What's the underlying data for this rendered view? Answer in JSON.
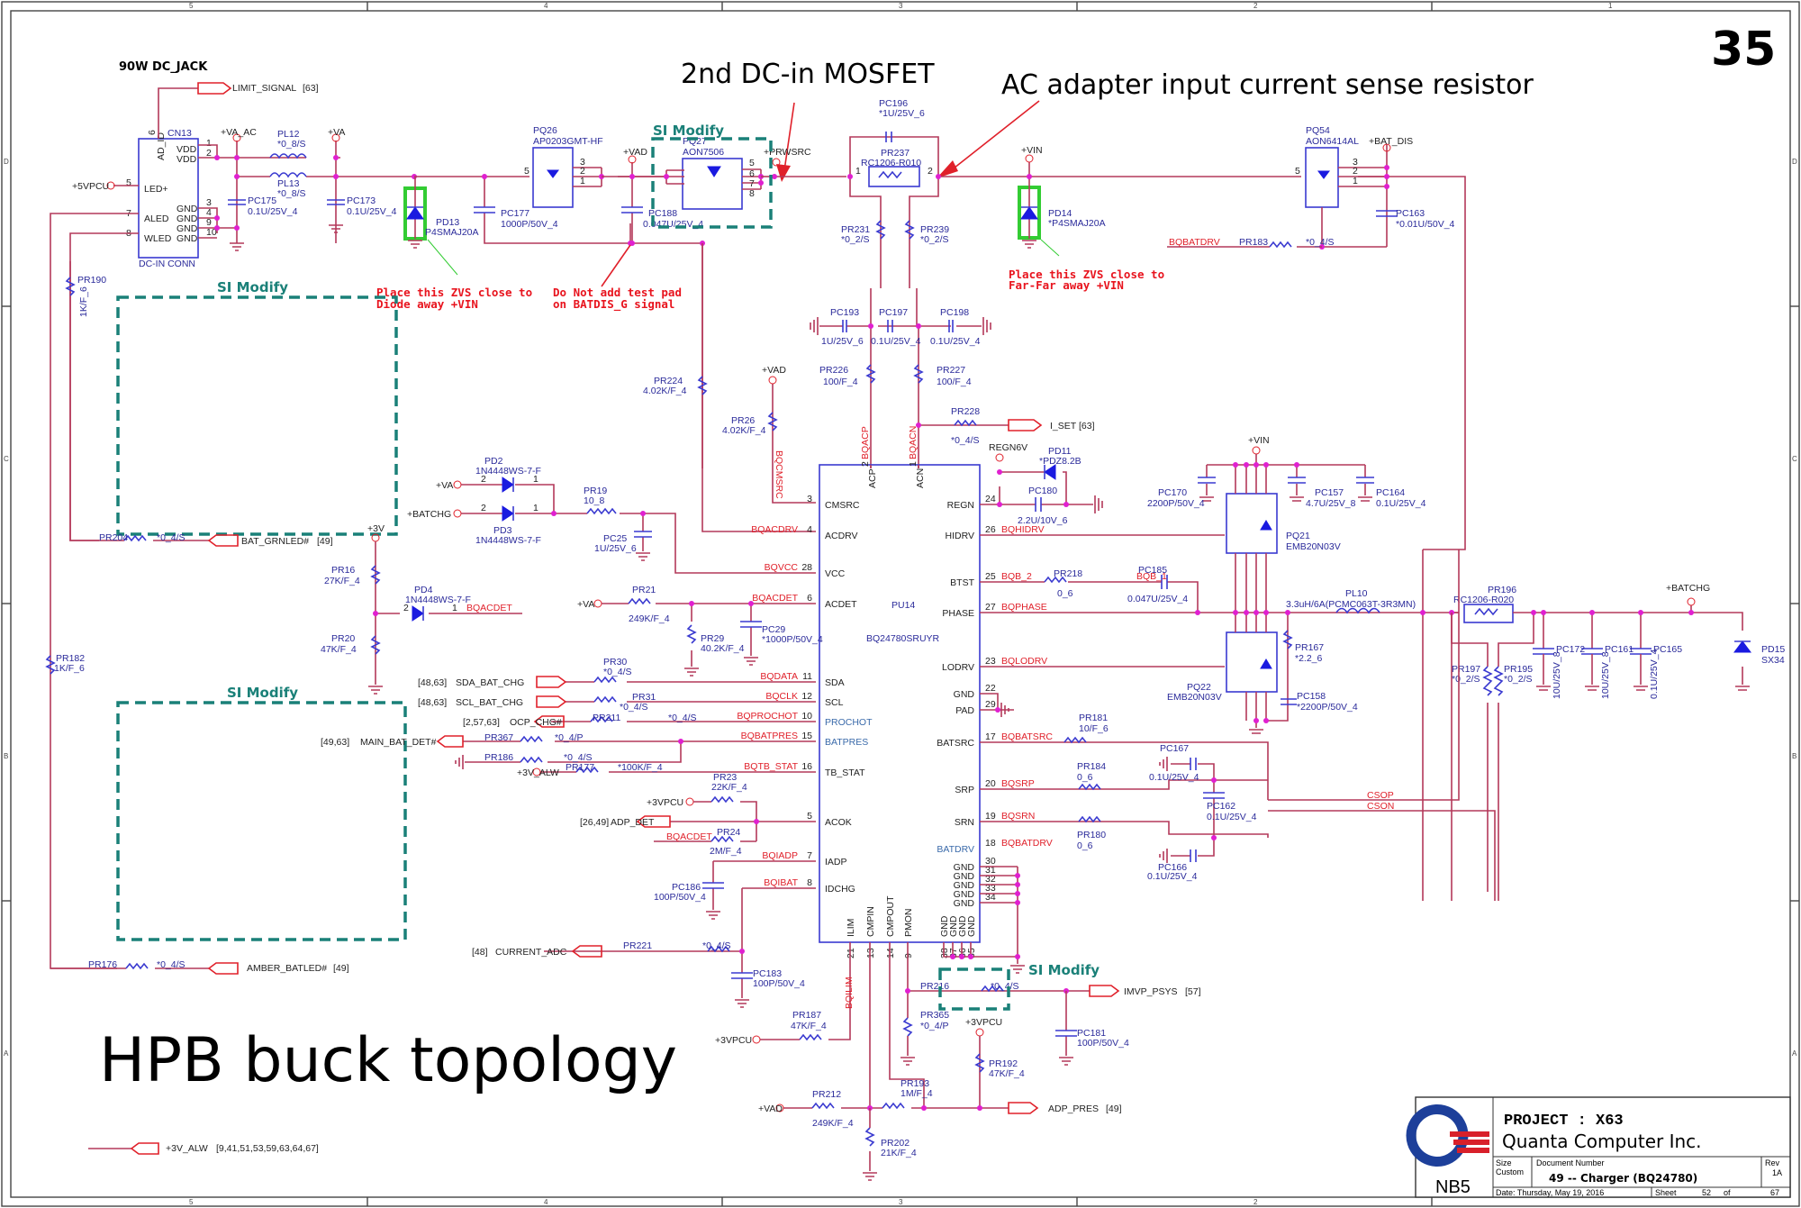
{
  "page_number": "35",
  "annotations": {
    "mosfet_note": "2nd DC-in MOSFET",
    "sense_note": "AC adapter input current sense resistor",
    "topology": "HPB buck topology"
  },
  "section_title": "90W DC_JACK",
  "si_modify": "SI Modify",
  "notes": {
    "zvs1_line1": "Place this ZVS close to",
    "zvs1_line2": "Diode away +VIN",
    "testpad_line1": "Do Not add test pad",
    "testpad_line2": "on BATDIS_G signal",
    "zvs2_line1": "Place this ZVS close to",
    "zvs2_line2": "Far-Far away +VIN"
  },
  "connector": {
    "ref": "CN13",
    "name": "DC-IN CONN",
    "pins": [
      {
        "num": "6",
        "name": "AD_ID"
      },
      {
        "num": "1",
        "name": "VDD"
      },
      {
        "num": "2",
        "name": "VDD"
      },
      {
        "num": "5",
        "name": "LED+"
      },
      {
        "num": "3",
        "name": "GND"
      },
      {
        "num": "4",
        "name": "GND"
      },
      {
        "num": "7",
        "name": "ALED"
      },
      {
        "num": "9",
        "name": "GND"
      },
      {
        "num": "8",
        "name": "WLED"
      },
      {
        "num": "10",
        "name": "GND"
      }
    ]
  },
  "ic": {
    "ref": "PU14",
    "part": "BQ24780SRUYR",
    "left_pins": [
      {
        "num": "3",
        "name": "CMSRC",
        "net": "BQCMSRC"
      },
      {
        "num": "4",
        "name": "ACDRV",
        "net": "BQACDRV"
      },
      {
        "num": "28",
        "name": "VCC",
        "net": "BQVCC"
      },
      {
        "num": "6",
        "name": "ACDET",
        "net": "BQACDET"
      },
      {
        "num": "11",
        "name": "SDA",
        "net": "BQDATA"
      },
      {
        "num": "12",
        "name": "SCL",
        "net": "BQCLK"
      },
      {
        "num": "10",
        "name": "PROCHOT",
        "net": "BQPROCHOT"
      },
      {
        "num": "15",
        "name": "BATPRES",
        "net": "BQBATPRES"
      },
      {
        "num": "16",
        "name": "TB_STAT",
        "net": "BQTB_STAT"
      },
      {
        "num": "5",
        "name": "ACOK",
        "net": ""
      },
      {
        "num": "7",
        "name": "IADP",
        "net": "BQIADP"
      },
      {
        "num": "8",
        "name": "IDCHG",
        "net": "BQIBAT"
      }
    ],
    "right_pins": [
      {
        "num": "24",
        "name": "REGN",
        "net": ""
      },
      {
        "num": "26",
        "name": "HIDRV",
        "net": "BQHIDRV"
      },
      {
        "num": "25",
        "name": "BTST",
        "net": "BQB_2"
      },
      {
        "num": "27",
        "name": "PHASE",
        "net": "BQPHASE"
      },
      {
        "num": "23",
        "name": "LODRV",
        "net": "BQLODRV"
      },
      {
        "num": "22",
        "name": "GND",
        "net": ""
      },
      {
        "num": "29",
        "name": "PAD",
        "net": ""
      },
      {
        "num": "17",
        "name": "BATSRC",
        "net": "BQBATSRC"
      },
      {
        "num": "20",
        "name": "SRP",
        "net": "BQSRP"
      },
      {
        "num": "19",
        "name": "SRN",
        "net": "BQSRN"
      },
      {
        "num": "18",
        "name": "BATDRV",
        "net": "BQBATDRV"
      },
      {
        "num": "30",
        "name": "GND",
        "net": ""
      },
      {
        "num": "31",
        "name": "GND",
        "net": ""
      },
      {
        "num": "32",
        "name": "GND",
        "net": ""
      },
      {
        "num": "33",
        "name": "GND",
        "net": ""
      },
      {
        "num": "34",
        "name": "GND",
        "net": ""
      }
    ],
    "top_pins": [
      {
        "num": "2",
        "name": "ACP",
        "net": "BQACP"
      },
      {
        "num": "1",
        "name": "ACN",
        "net": "BQACN"
      }
    ],
    "bottom_pins": [
      {
        "num": "21",
        "name": "ILIM",
        "net": "BQILIM"
      },
      {
        "num": "13",
        "name": "CMPIN",
        "net": ""
      },
      {
        "num": "14",
        "name": "CMPOUT",
        "net": ""
      },
      {
        "num": "9",
        "name": "PMON",
        "net": ""
      },
      {
        "num": "38",
        "name": "GND",
        "net": ""
      },
      {
        "num": "37",
        "name": "GND",
        "net": ""
      },
      {
        "num": "36",
        "name": "GND",
        "net": ""
      },
      {
        "num": "35",
        "name": "GND",
        "net": ""
      }
    ]
  },
  "components": {
    "PL12": {
      "ref": "PL12",
      "val": "*0_8/S"
    },
    "PL13": {
      "ref": "PL13",
      "val": "*0_8/S"
    },
    "PC175": {
      "ref": "PC175",
      "val": "0.1U/25V_4"
    },
    "PC173": {
      "ref": "PC173",
      "val": "0.1U/25V_4"
    },
    "PD13": {
      "ref": "PD13",
      "val": "P4SMAJ20A"
    },
    "PC177": {
      "ref": "PC177",
      "val": "1000P/50V_4"
    },
    "PQ26": {
      "ref": "PQ26",
      "val": "AP0203GMT-HF"
    },
    "PC188": {
      "ref": "PC188",
      "val": "0.047U/25V_4"
    },
    "PQ27": {
      "ref": "PQ27",
      "val": "AON7506"
    },
    "PC196": {
      "ref": "PC196",
      "val": "*1U/25V_6"
    },
    "PR237": {
      "ref": "PR237",
      "val": "RC1206-R010"
    },
    "PR231": {
      "ref": "PR231",
      "val": "*0_2/S"
    },
    "PR239": {
      "ref": "PR239",
      "val": "*0_2/S"
    },
    "PD14": {
      "ref": "PD14",
      "val": "*P4SMAJ20A"
    },
    "PQ54": {
      "ref": "PQ54",
      "val": "AON6414AL"
    },
    "PC163": {
      "ref": "PC163",
      "val": "*0.01U/50V_4"
    },
    "PR183": {
      "ref": "PR183",
      "val": "*0_4/S"
    },
    "PR190": {
      "ref": "PR190",
      "val": "1K/F_6"
    },
    "PR204": {
      "ref": "PR204",
      "val": "*0_4/S"
    },
    "PC193": {
      "ref": "PC193",
      "val": "1U/25V_6"
    },
    "PC197": {
      "ref": "PC197",
      "val": "0.1U/25V_4"
    },
    "PC198": {
      "ref": "PC198",
      "val": "0.1U/25V_4"
    },
    "PR224": {
      "ref": "PR224",
      "val": "4.02K/F_4"
    },
    "PR26": {
      "ref": "PR26",
      "val": "4.02K/F_4"
    },
    "PR226": {
      "ref": "PR226",
      "val": "100/F_4"
    },
    "PR227": {
      "ref": "PR227",
      "val": "100/F_4"
    },
    "PR228": {
      "ref": "PR228",
      "val": "*0_4/S"
    },
    "PD11": {
      "ref": "PD11",
      "val": "*PDZ8.2B"
    },
    "PC180": {
      "ref": "PC180",
      "val": "2.2U/10V_6"
    },
    "PD2": {
      "ref": "PD2",
      "val": "1N4448WS-7-F"
    },
    "PD3": {
      "ref": "PD3",
      "val": "1N4448WS-7-F"
    },
    "PD4": {
      "ref": "PD4",
      "val": "1N4448WS-7-F"
    },
    "PR19": {
      "ref": "PR19",
      "val": "10_8"
    },
    "PC25": {
      "ref": "PC25",
      "val": "1U/25V_6"
    },
    "PR16": {
      "ref": "PR16",
      "val": "27K/F_4"
    },
    "PR20": {
      "ref": "PR20",
      "val": "47K/F_4"
    },
    "PR21": {
      "ref": "PR21",
      "val": "249K/F_4"
    },
    "PR29": {
      "ref": "PR29",
      "val": "40.2K/F_4"
    },
    "PC29": {
      "ref": "PC29",
      "val": "*1000P/50V_4"
    },
    "PR182": {
      "ref": "PR182",
      "val": "1K/F_6"
    },
    "PR30": {
      "ref": "PR30",
      "val": "*0_4/S"
    },
    "PR31": {
      "ref": "PR31",
      "val": "*0_4/S"
    },
    "PR211": {
      "ref": "PR211",
      "val": "*0_4/S"
    },
    "PR367": {
      "ref": "PR367",
      "val": "*0_4/P"
    },
    "PR186": {
      "ref": "PR186",
      "val": "*0_4/S"
    },
    "PR177": {
      "ref": "PR177",
      "val": "*100K/F_4"
    },
    "PR23": {
      "ref": "PR23",
      "val": "22K/F_4"
    },
    "PR24": {
      "ref": "PR24",
      "val": "2M/F_4"
    },
    "PC186": {
      "ref": "PC186",
      "val": "100P/50V_4"
    },
    "PR221": {
      "ref": "PR221",
      "val": "*0_4/S"
    },
    "PC183": {
      "ref": "PC183",
      "val": "100P/50V_4"
    },
    "PR176": {
      "ref": "PR176",
      "val": "*0_4/S"
    },
    "PR187": {
      "ref": "PR187",
      "val": "47K/F_4"
    },
    "PR216": {
      "ref": "PR216",
      "val": "*0_4/S"
    },
    "PR365": {
      "ref": "PR365",
      "val": "*0_4/P"
    },
    "PC181": {
      "ref": "PC181",
      "val": "100P/50V_4"
    },
    "PR192": {
      "ref": "PR192",
      "val": "47K/F_4"
    },
    "PR193": {
      "ref": "PR193",
      "val": "1M/F_4"
    },
    "PR212": {
      "ref": "PR212",
      "val": "249K/F_4"
    },
    "PR202": {
      "ref": "PR202",
      "val": "21K/F_4"
    },
    "PR218": {
      "ref": "PR218",
      "val": "0_6"
    },
    "PC185": {
      "ref": "PC185",
      "val": "0.047U/25V_4"
    },
    "PC170": {
      "ref": "PC170",
      "val": "2200P/50V_4"
    },
    "PC157": {
      "ref": "PC157",
      "val": "4.7U/25V_8"
    },
    "PC164": {
      "ref": "PC164",
      "val": "0.1U/25V_4"
    },
    "PQ21": {
      "ref": "PQ21",
      "val": "EMB20N03V"
    },
    "PQ22": {
      "ref": "PQ22",
      "val": "EMB20N03V"
    },
    "PL10": {
      "ref": "PL10",
      "val": "3.3uH/6A(PCMC063T-3R3MN)"
    },
    "PR167": {
      "ref": "PR167",
      "val": "*2.2_6"
    },
    "PC158": {
      "ref": "PC158",
      "val": "*2200P/50V_4"
    },
    "PR196": {
      "ref": "PR196",
      "val": "RC1206-R020"
    },
    "PR197": {
      "ref": "PR197",
      "val": "*0_2/S"
    },
    "PR195": {
      "ref": "PR195",
      "val": "*0_2/S"
    },
    "PC172": {
      "ref": "PC172",
      "val": "10U/25V_8"
    },
    "PC161": {
      "ref": "PC161",
      "val": "10U/25V_8"
    },
    "PC165": {
      "ref": "PC165",
      "val": "0.1U/25V_4"
    },
    "PD15": {
      "ref": "PD15",
      "val": "SX34"
    },
    "PR181": {
      "ref": "PR181",
      "val": "10/F_6"
    },
    "PR184": {
      "ref": "PR184",
      "val": "0_6"
    },
    "PR180": {
      "ref": "PR180",
      "val": "0_6"
    },
    "PC167": {
      "ref": "PC167",
      "val": "0.1U/25V_4"
    },
    "PC162": {
      "ref": "PC162",
      "val": "0.1U/25V_4"
    },
    "PC166": {
      "ref": "PC166",
      "val": "0.1U/25V_4"
    }
  },
  "rails": {
    "va_ac": "+VA_AC",
    "va": "+VA",
    "vpcu5": "+5VPCU",
    "vad": "+VAD",
    "prwsrc": "+PRWSRC",
    "vin": "+VIN",
    "bat_dis": "+BAT_DIS",
    "batchg": "+BATCHG",
    "v3": "+3V",
    "regn6v": "REGN6V",
    "v3alw": "+3V_ALW",
    "vpcu3": "+3VPCU"
  },
  "nets": {
    "bqbatdrv": "BQBATDRV",
    "bqacdet": "BQACDET",
    "bqb_1": "BQB_1",
    "bqacdet2": "BQACDET",
    "csop": "CSOP",
    "cson": "CSON",
    "bqilim": "BQILIM"
  },
  "offpage": [
    {
      "name": "LIMIT_SIGNAL",
      "refs": "[63]"
    },
    {
      "name": "BAT_GRNLED#",
      "refs": "[49]"
    },
    {
      "name": "I_SET",
      "refs": "[63]"
    },
    {
      "name": "SDA_BAT_CHG",
      "refs": "[48,63]"
    },
    {
      "name": "SCL_BAT_CHG",
      "refs": "[48,63]"
    },
    {
      "name": "OCP_CHG#",
      "refs": "[2,57,63]"
    },
    {
      "name": "MAIN_BAT_DET#",
      "refs": "[49,63]"
    },
    {
      "name": "ADP_DET",
      "refs": "[26,49]"
    },
    {
      "name": "CURRENT_ADC",
      "refs": "[48]"
    },
    {
      "name": "AMBER_BATLED#",
      "refs": "[49]"
    },
    {
      "name": "IMVP_PSYS",
      "refs": "[57]"
    },
    {
      "name": "ADP_PRES",
      "refs": "[49]"
    },
    {
      "name": "+3V_ALW",
      "refs": "[9,41,51,53,59,63,64,67]"
    }
  ],
  "zones": {
    "cols": [
      "5",
      "4",
      "3",
      "2",
      "1"
    ],
    "rows": [
      "D",
      "C",
      "B",
      "A"
    ]
  },
  "title_block": {
    "logo_text": "NB5",
    "project": "PROJECT : X63",
    "company": "Quanta Computer Inc.",
    "size_label": "Size",
    "size_value": "Custom",
    "doc_label": "Document Number",
    "doc_value": "49 -- Charger (BQ24780)",
    "rev_label": "Rev",
    "rev_value": "1A",
    "date": "Date: Thursday, May 19, 2016",
    "sheet_label": "Sheet",
    "sheet": "52",
    "of_label": "of",
    "total": "67",
    "logo_colors": {
      "blue": "#1d3f9a",
      "red": "#d8202a"
    }
  }
}
